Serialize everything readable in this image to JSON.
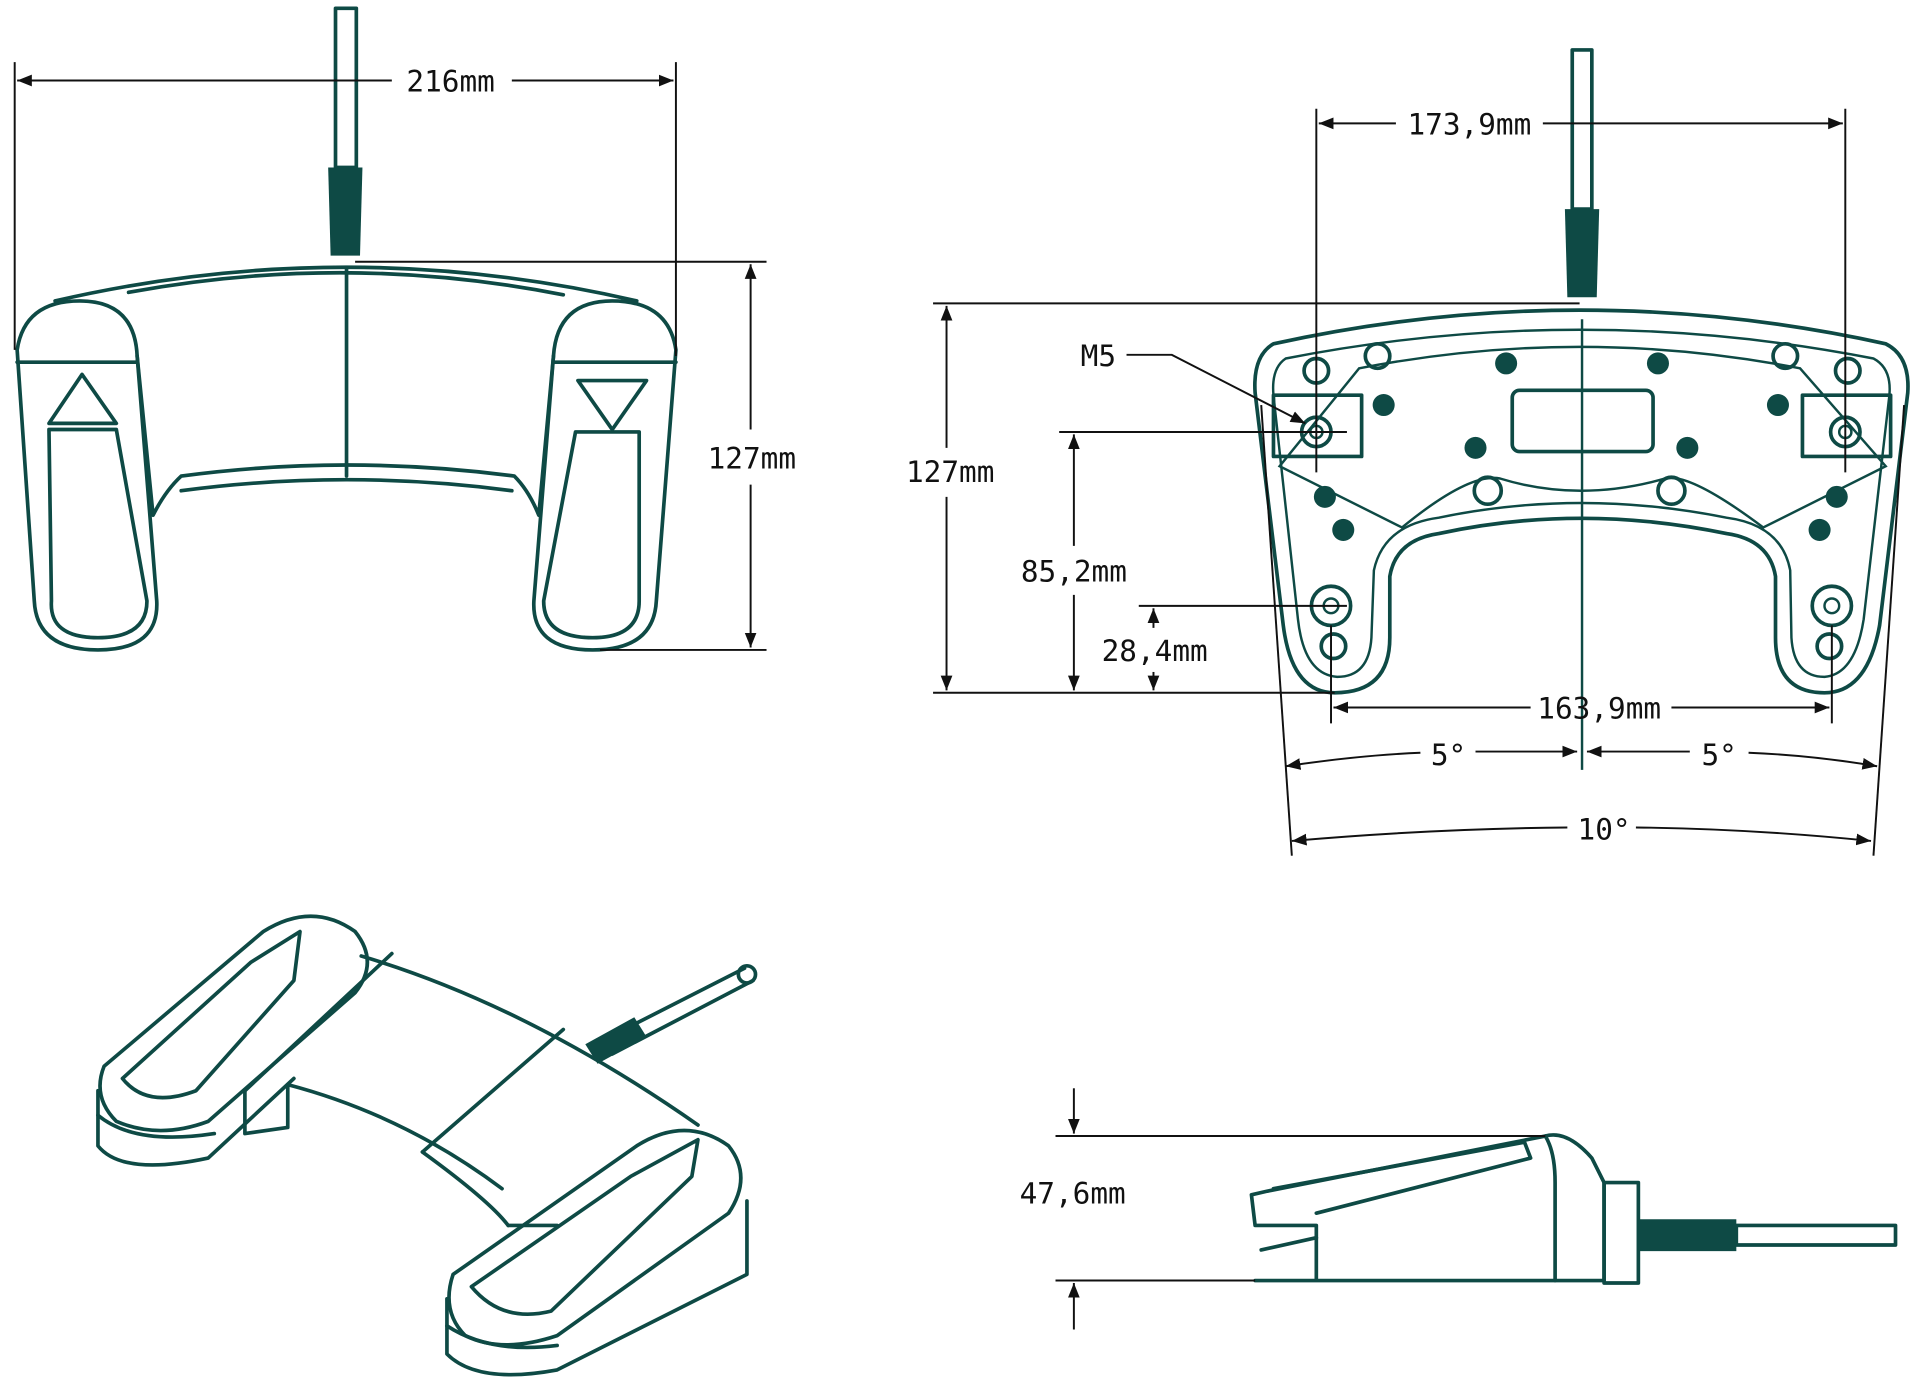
{
  "colors": {
    "drawing": "#0e4a45",
    "dimension": "#111111",
    "background": "#ffffff"
  },
  "front_view": {
    "width_label": "216mm",
    "depth_label": "127mm"
  },
  "bottom_view": {
    "hole_spacing_top_label": "173,9mm",
    "thread_label": "M5",
    "depth_label": "127mm",
    "hole_height_label": "85,2mm",
    "lower_hole_height_label": "28,4mm",
    "hole_spacing_bottom_label": "163,9mm",
    "angle_left_label": "5°",
    "angle_right_label": "5°",
    "angle_total_label": "10°"
  },
  "side_view": {
    "height_label": "47,6mm"
  }
}
